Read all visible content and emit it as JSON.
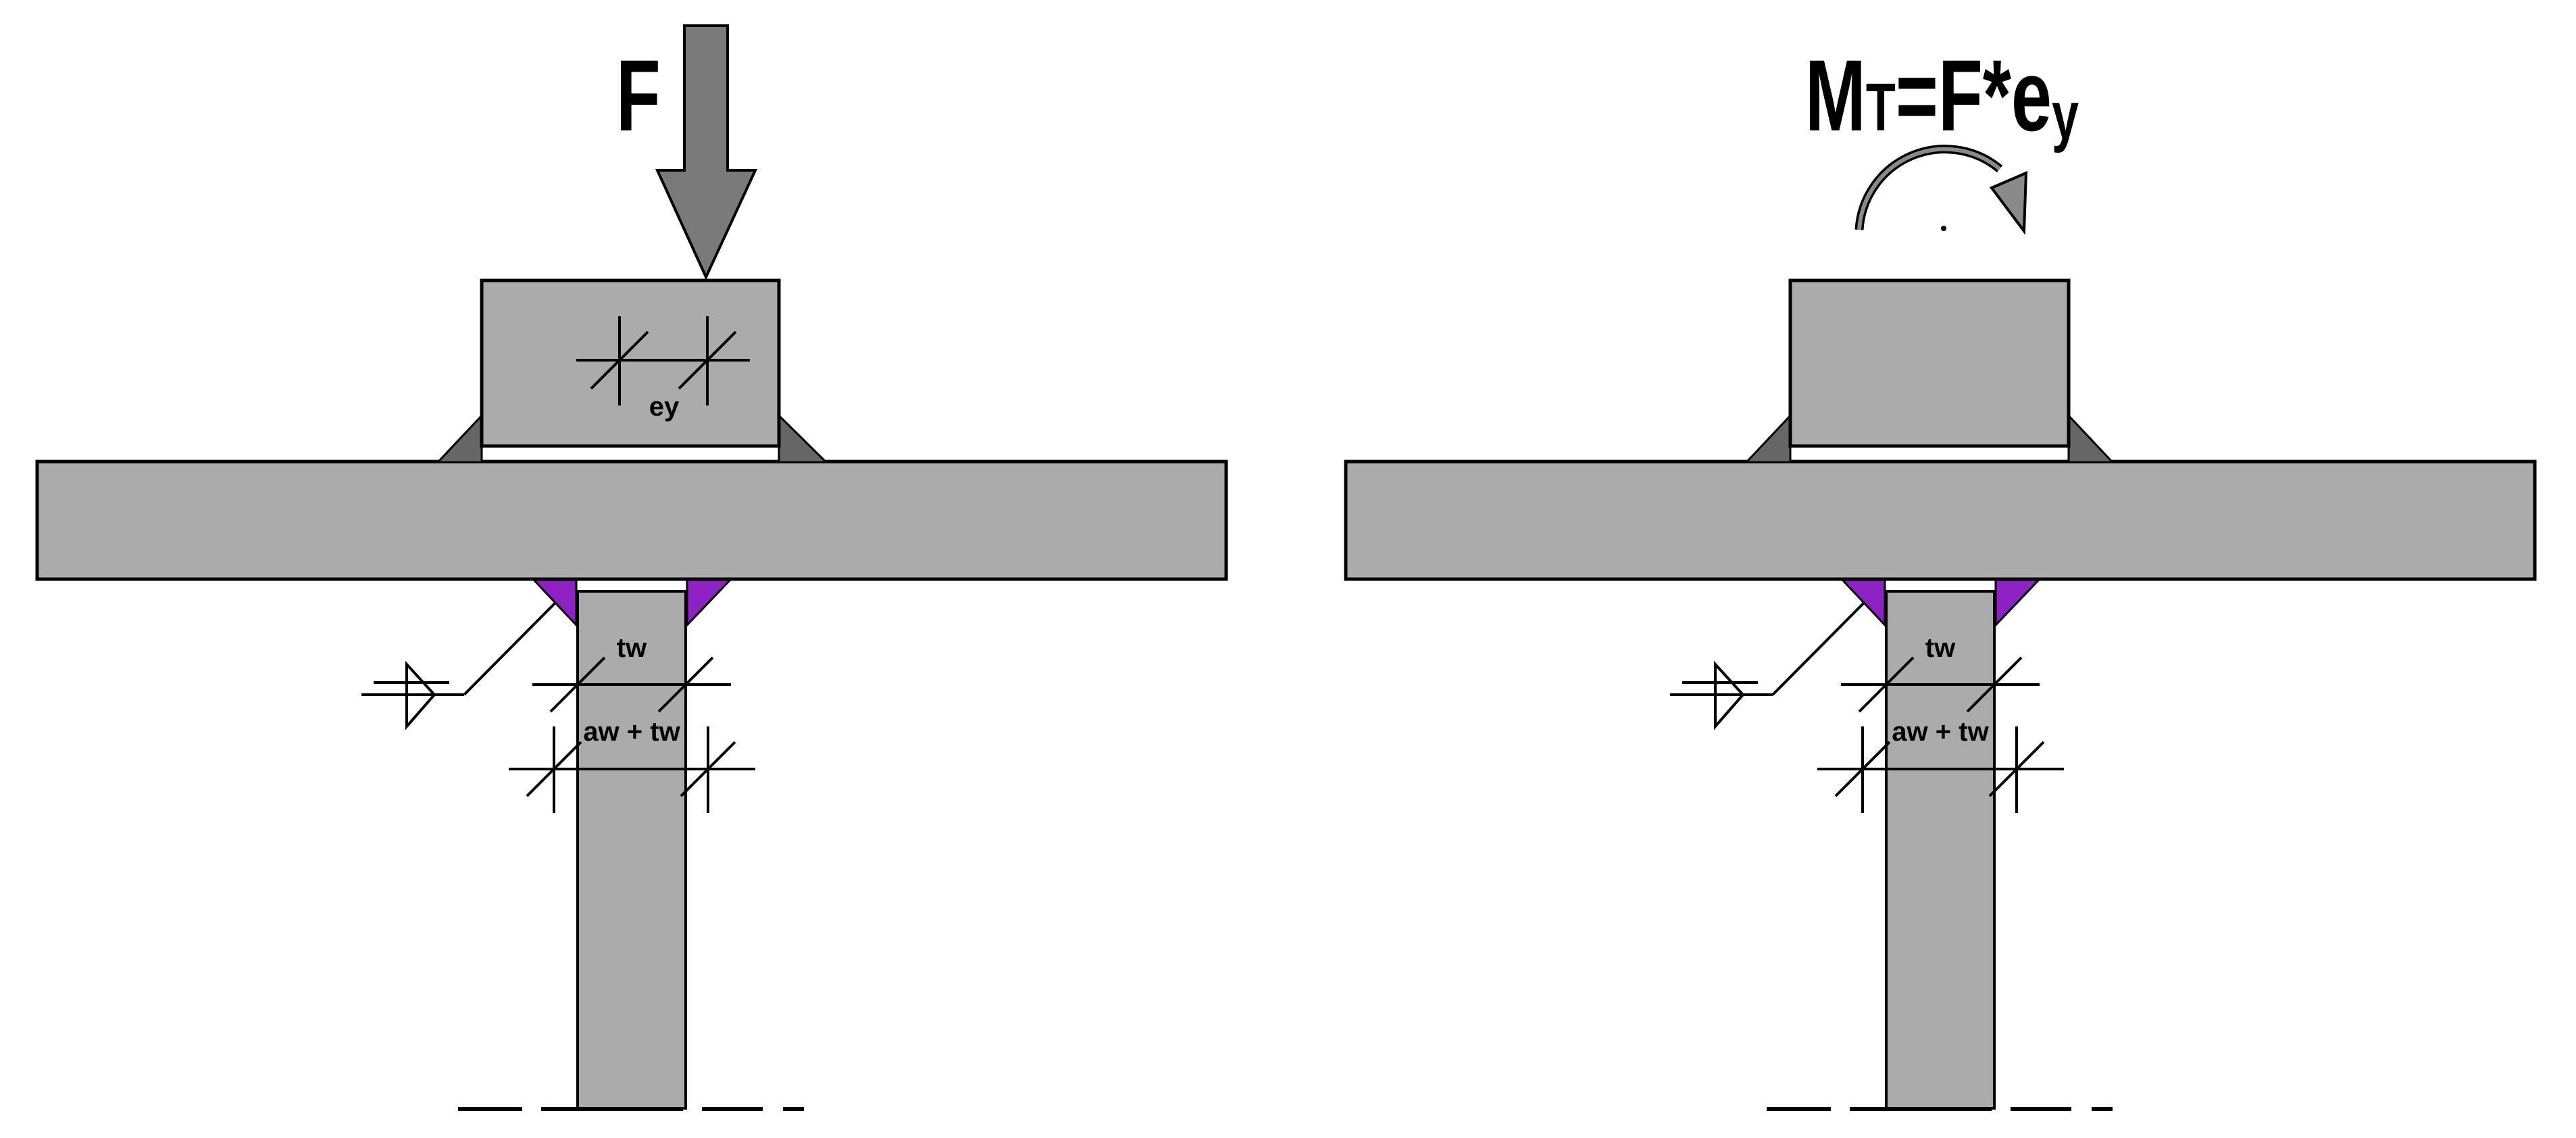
{
  "labels": {
    "force": "F",
    "eccentricity": "ey",
    "web_thickness": "tw",
    "weld_plus_web": "aw + tw"
  },
  "formula": {
    "m": "M",
    "sub_t": "T",
    "mid": "=F*e",
    "sub_y": "y"
  },
  "colors": {
    "steel_gray": "#ababab",
    "dark_gray": "#666666",
    "arrow_gray": "#7a7a7a",
    "arc_gray": "#8a8a8a",
    "weld_purple": "#8c22c2",
    "outline": "#000000"
  }
}
